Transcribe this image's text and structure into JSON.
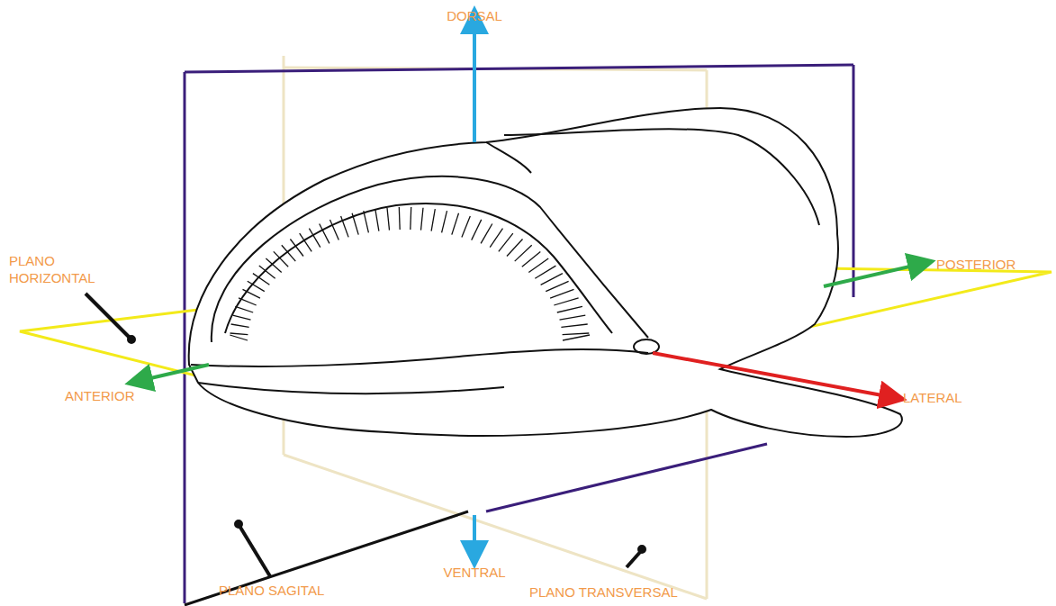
{
  "diagram": {
    "labels": [
      "DORSAL",
      "PLANO HORIZONTAL",
      "POSTERIOR",
      "ANTERIOR",
      "LATERAL",
      "VENTRAL",
      "PLANO SAGITAL",
      "PLANO TRANSVERSAL"
    ]
  }
}
